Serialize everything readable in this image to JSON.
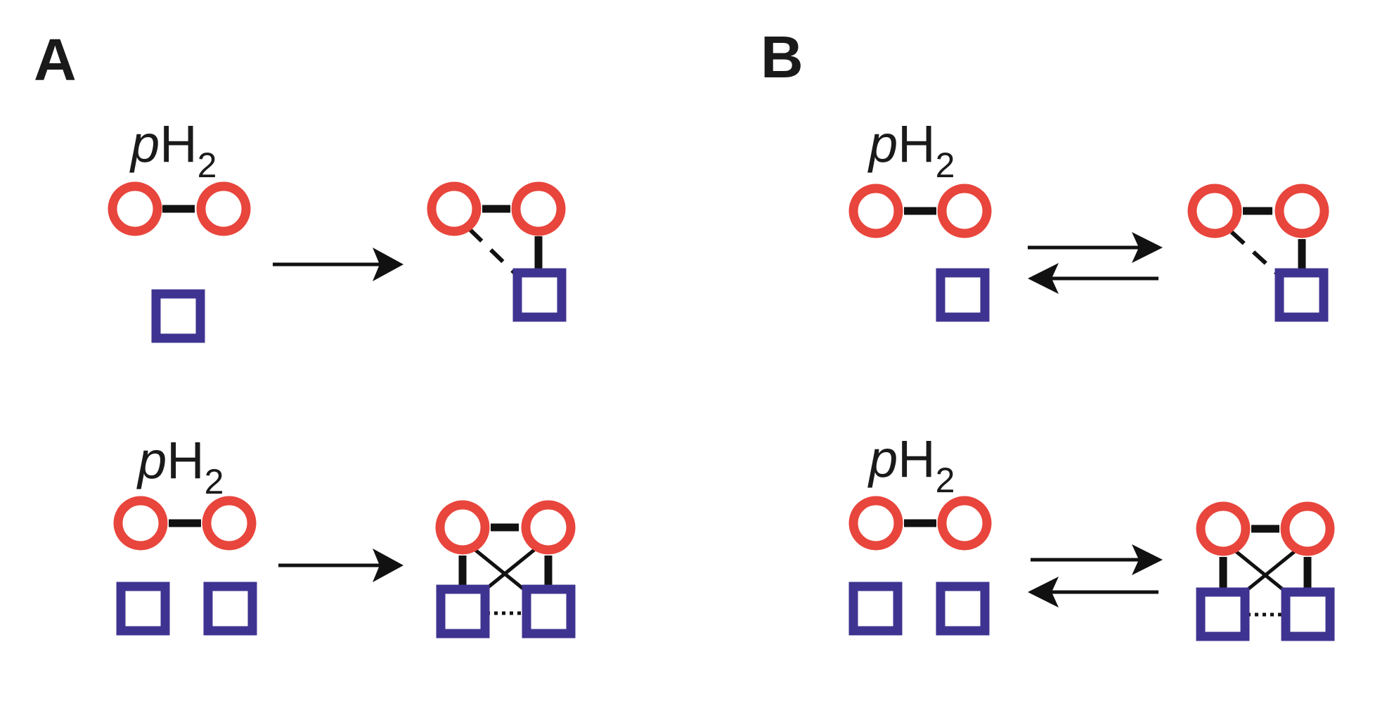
{
  "panels": {
    "a": {
      "label": "A"
    },
    "b": {
      "label": "B"
    }
  },
  "species": {
    "prefix": "p",
    "element": "H",
    "subscript": "2"
  },
  "colors": {
    "hydrogen_atom": "#e8453c",
    "site": "#3f3391",
    "bond": "#111111"
  }
}
